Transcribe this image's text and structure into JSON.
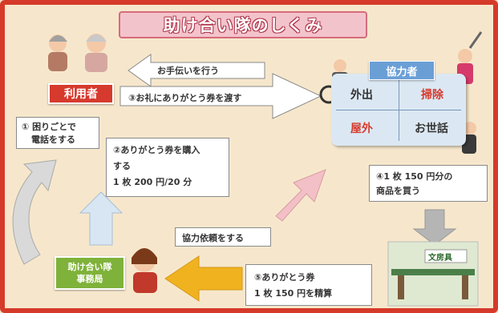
{
  "title": "助け合い隊のしくみ",
  "user_label": "利用者",
  "helper_label": "協力者",
  "office_label": [
    "助け合い隊",
    "事務局"
  ],
  "helper_cells": [
    "外出",
    "掃除",
    "屋外",
    "お世話"
  ],
  "arrow_help": "お手伝いを行う",
  "arrow_thanks": "③お礼にありがとう券を渡す",
  "box_call": [
    "① 困りごとで",
    "電話をする"
  ],
  "box_buy": [
    "②ありがとう券を購入",
    "する",
    "1 枚 200 円/20 分"
  ],
  "box_request": "協力依頼をする",
  "box_pay": [
    "④1 枚 150 円分の",
    "商品を買う"
  ],
  "box_exchange": [
    "⑤ありがとう券",
    "1 枚 150 円を精算"
  ],
  "store_sign": "文房具",
  "colors": {
    "frame": "#d53a2a",
    "title_bg": "#f3c3cb",
    "user_tag": "#d63a2d",
    "helper_tag": "#6a9fd6",
    "office_tag": "#7fb23a",
    "arrow_yellow": "#f0b31f",
    "arrow_pink": "#f2c0c6",
    "arrow_blue": "#d8e6f3"
  }
}
